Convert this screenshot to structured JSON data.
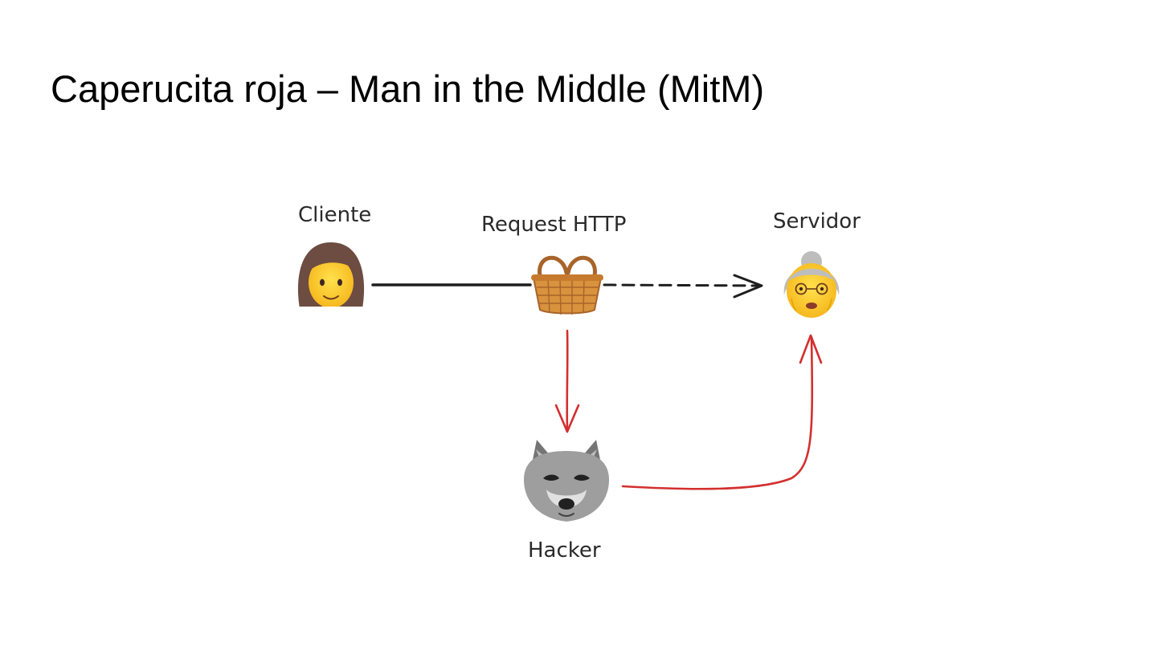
{
  "slide": {
    "title": "Caperucita roja – Man in the Middle (MitM)"
  },
  "diagram": {
    "nodes": {
      "client": {
        "label": "Cliente",
        "icon": "girl-icon"
      },
      "request": {
        "label": "Request HTTP",
        "icon": "basket-icon"
      },
      "server": {
        "label": "Servidor",
        "icon": "grandmother-icon"
      },
      "hacker": {
        "label": "Hacker",
        "icon": "wolf-icon"
      }
    },
    "edges": [
      {
        "from": "client",
        "to": "request",
        "style": "solid",
        "color": "#1e1e1e"
      },
      {
        "from": "request",
        "to": "server",
        "style": "dashed",
        "color": "#1e1e1e"
      },
      {
        "from": "request",
        "to": "hacker",
        "style": "solid",
        "color": "#d32f2f"
      },
      {
        "from": "hacker",
        "to": "server",
        "style": "solid",
        "color": "#d32f2f"
      }
    ],
    "colors": {
      "intercept": "#d32f2f",
      "normal": "#1e1e1e"
    }
  }
}
